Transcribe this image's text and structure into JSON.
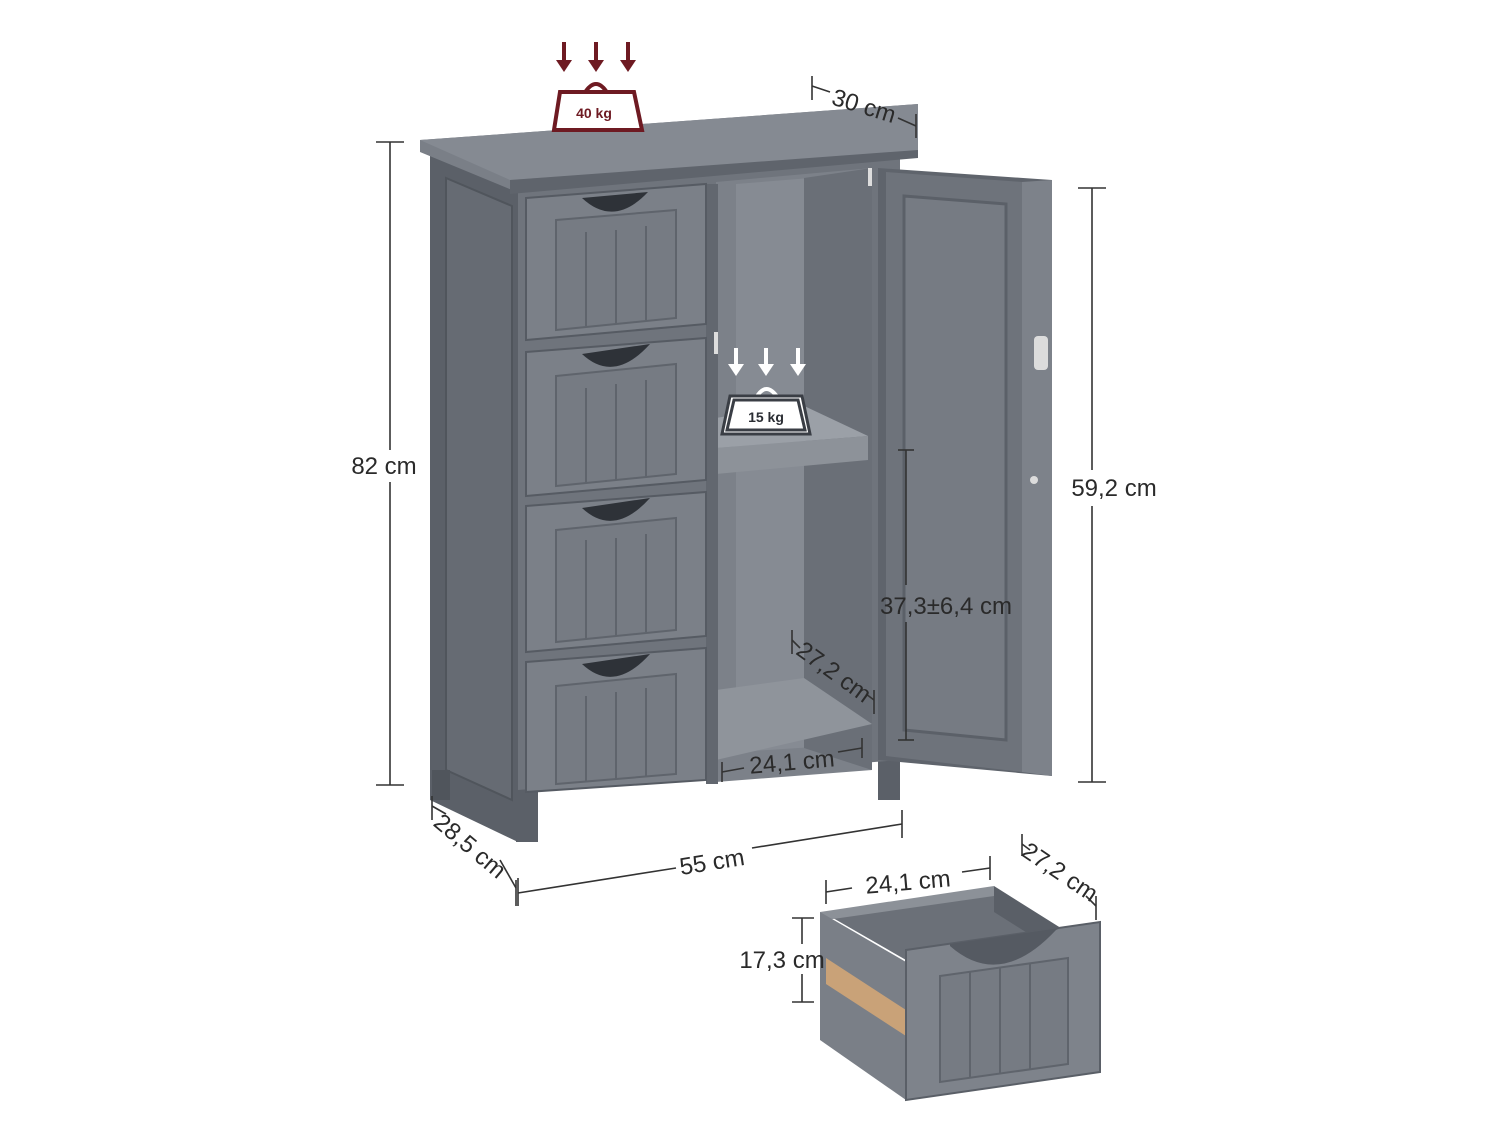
{
  "colors": {
    "body": "#6f747c",
    "body_dark": "#5b6068",
    "body_darker": "#474c54",
    "body_light": "#858a92",
    "interior": "#7c8189",
    "top_load": "#6e1a22",
    "shelf_load": "#3a3e45",
    "wood": "#c9a278",
    "dimension": "#333333"
  },
  "loads": {
    "top": {
      "label": "40 kg",
      "icon": "weight-icon"
    },
    "shelf": {
      "label": "15 kg",
      "icon": "weight-icon"
    }
  },
  "dimensions": {
    "height": "82 cm",
    "width": "55 cm",
    "depth": "28,5 cm",
    "top_depth": "30 cm",
    "door_height": "59,2 cm",
    "shelf_adjust": "37,3±6,4 cm",
    "compartment_depth": "27,2 cm",
    "compartment_width": "24,1 cm",
    "drawer_width": "24,1 cm",
    "drawer_depth": "27,2 cm",
    "drawer_height": "17,3 cm"
  }
}
